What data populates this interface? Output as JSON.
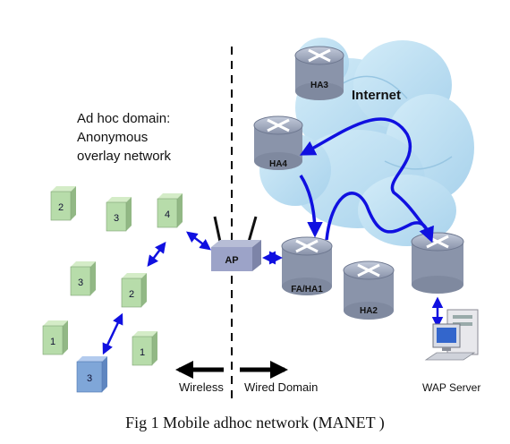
{
  "domain_label": {
    "line1": "Ad hoc domain:",
    "line2": "Anonymous",
    "line3": "overlay network"
  },
  "internet_label": "Internet",
  "routers": {
    "ha3": "HA3",
    "ha4": "HA4",
    "faha1": "FA/HA1",
    "ha2": "HA2"
  },
  "ap_label": "AP",
  "nodes": [
    "2",
    "3",
    "4",
    "3",
    "2",
    "1",
    "1",
    "3"
  ],
  "bottom": {
    "wireless": "Wireless",
    "wired": "Wired Domain",
    "server": "WAP Server"
  },
  "caption": "Fig 1 Mobile adhoc network (MANET )",
  "colors": {
    "cloud": "#b9dcf0",
    "router": "#9aa4b8",
    "node_green": "#b7dcaa",
    "node_blue": "#7fa6d8",
    "arrow_blue": "#1010e0"
  }
}
